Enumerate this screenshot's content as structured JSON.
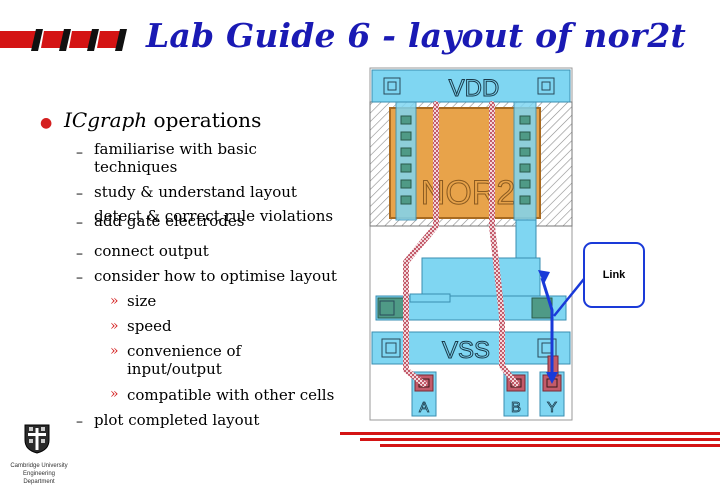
{
  "slide": {
    "title": "Lab Guide 6 - layout of nor2t",
    "main_bullet": {
      "italic": "ICgraph",
      "rest": " operations"
    },
    "subitems": [
      "familiarise with basic techniques",
      "study & understand layout",
      "add gate electrodes",
      "detect & correct rule violations",
      "connect output",
      "consider how to optimise layout",
      "plot completed layout"
    ],
    "optimise_items": [
      "size",
      "speed",
      "convenience of input/output",
      "compatible with other cells"
    ],
    "university": [
      "Cambridge University",
      "Engineering Department"
    ]
  },
  "layout_labels": {
    "vdd": "VDD",
    "nor2": "NOR2",
    "vss": "VSS",
    "port_a": "A",
    "port_b": "B",
    "port_y": "Y",
    "link": "Link"
  },
  "colors": {
    "title": "#1a1ab4",
    "bullet": "#d42020",
    "metal": "#7fd6f2",
    "diffusion": "#e8a34a",
    "poly": "#c35b6a",
    "contact": "#4f9a86",
    "annotation": "#1a3ad8"
  }
}
